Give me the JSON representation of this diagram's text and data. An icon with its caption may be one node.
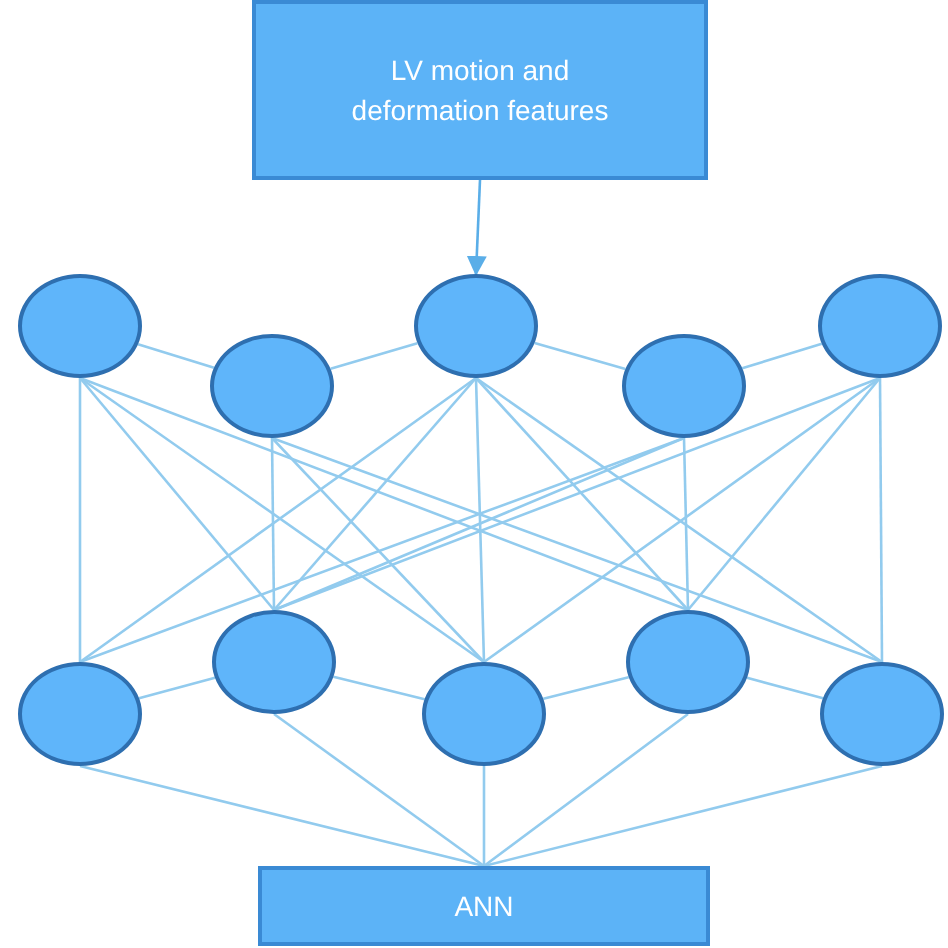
{
  "diagram": {
    "nodes": [
      {
        "text": [
          "LV motion and deformation features"
        ]
      },
      {
        "text": [],
        "shape": "circle"
      },
      {
        "text": [],
        "shape": "circle"
      },
      {
        "text": [],
        "shape": "circle"
      },
      {
        "text": [],
        "shape": "circle"
      },
      {
        "text": [],
        "shape": "circle"
      },
      {
        "text": [],
        "shape": "circle"
      },
      {
        "text": [],
        "shape": "circle"
      },
      {
        "text": [],
        "shape": "circle"
      },
      {
        "text": [],
        "shape": "circle"
      },
      {
        "text": [],
        "shape": "circle"
      },
      {
        "text": [
          "ANN"
        ]
      }
    ],
    "edges": [
      {
        "from": 0,
        "to": 3,
        "arrow": "to"
      },
      {
        "from": 1,
        "to": 2,
        "arrow": "none"
      },
      {
        "from": 2,
        "to": 3,
        "arrow": "none"
      },
      {
        "from": 3,
        "to": 4,
        "arrow": "none"
      },
      {
        "from": 4,
        "to": 5,
        "arrow": "none"
      },
      {
        "from": 1,
        "to": 6,
        "arrow": "none"
      },
      {
        "from": 1,
        "to": 7,
        "arrow": "none"
      },
      {
        "from": 1,
        "to": 8,
        "arrow": "none"
      },
      {
        "from": 1,
        "to": 9,
        "arrow": "none"
      },
      {
        "from": 2,
        "to": 7,
        "arrow": "none"
      },
      {
        "from": 2,
        "to": 8,
        "arrow": "none"
      },
      {
        "from": 2,
        "to": 10,
        "arrow": "none"
      },
      {
        "from": 3,
        "to": 6,
        "arrow": "none"
      },
      {
        "from": 3,
        "to": 7,
        "arrow": "none"
      },
      {
        "from": 3,
        "to": 8,
        "arrow": "none"
      },
      {
        "from": 3,
        "to": 9,
        "arrow": "none"
      },
      {
        "from": 3,
        "to": 10,
        "arrow": "none"
      },
      {
        "from": 4,
        "to": 6,
        "arrow": "none"
      },
      {
        "from": 4,
        "to": 7,
        "arrow": "none"
      },
      {
        "from": 4,
        "to": 9,
        "arrow": "none"
      },
      {
        "from": 5,
        "to": 7,
        "arrow": "none"
      },
      {
        "from": 5,
        "to": 8,
        "arrow": "none"
      },
      {
        "from": 5,
        "to": 9,
        "arrow": "none"
      },
      {
        "from": 5,
        "to": 10,
        "arrow": "none"
      },
      {
        "from": 6,
        "to": 7,
        "arrow": "none"
      },
      {
        "from": 7,
        "to": 8,
        "arrow": "none"
      },
      {
        "from": 8,
        "to": 9,
        "arrow": "none"
      },
      {
        "from": 9,
        "to": 10,
        "arrow": "none"
      },
      {
        "from": 6,
        "to": 11,
        "arrow": "none"
      },
      {
        "from": 7,
        "to": 11,
        "arrow": "none"
      },
      {
        "from": 8,
        "to": 11,
        "arrow": "none"
      },
      {
        "from": 9,
        "to": 11,
        "arrow": "none"
      },
      {
        "from": 10,
        "to": 11,
        "arrow": "none"
      }
    ]
  }
}
